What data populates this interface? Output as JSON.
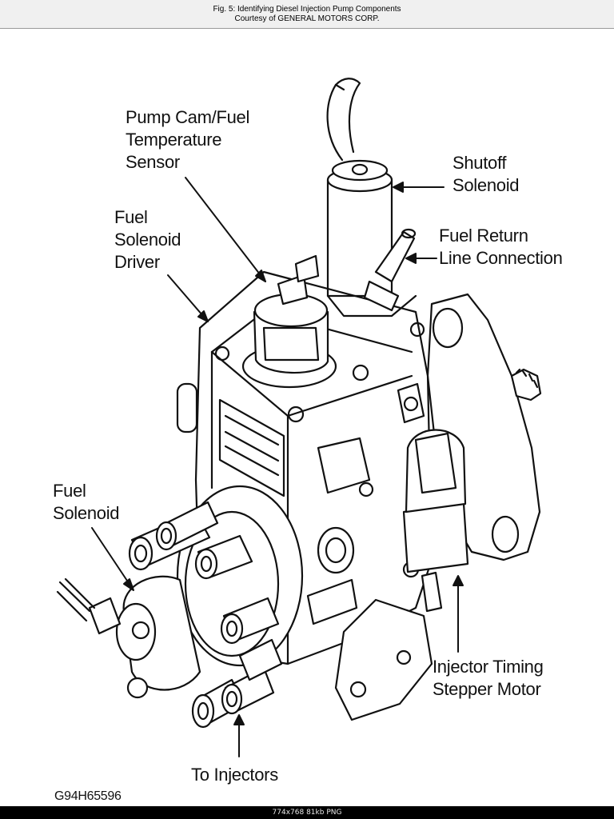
{
  "header": {
    "title": "Fig. 5: Identifying Diesel Injection Pump Components",
    "courtesy": "Courtesy of GENERAL MOTORS CORP."
  },
  "labels": {
    "pump_cam_line1": "Pump Cam/Fuel",
    "pump_cam_line2": "Temperature",
    "pump_cam_line3": "Sensor",
    "shutoff_line1": "Shutoff",
    "shutoff_line2": "Solenoid",
    "fuel_driver_line1": "Fuel",
    "fuel_driver_line2": "Solenoid",
    "fuel_driver_line3": "Driver",
    "fuel_return_line1": "Fuel Return",
    "fuel_return_line2": "Line Connection",
    "fuel_solenoid_line1": "Fuel",
    "fuel_solenoid_line2": "Solenoid",
    "timing_line1": "Injector Timing",
    "timing_line2": "Stepper Motor",
    "to_injectors": "To Injectors",
    "figure_code": "G94H65596"
  },
  "footer": {
    "image_info": "774x768  81kb  PNG"
  }
}
